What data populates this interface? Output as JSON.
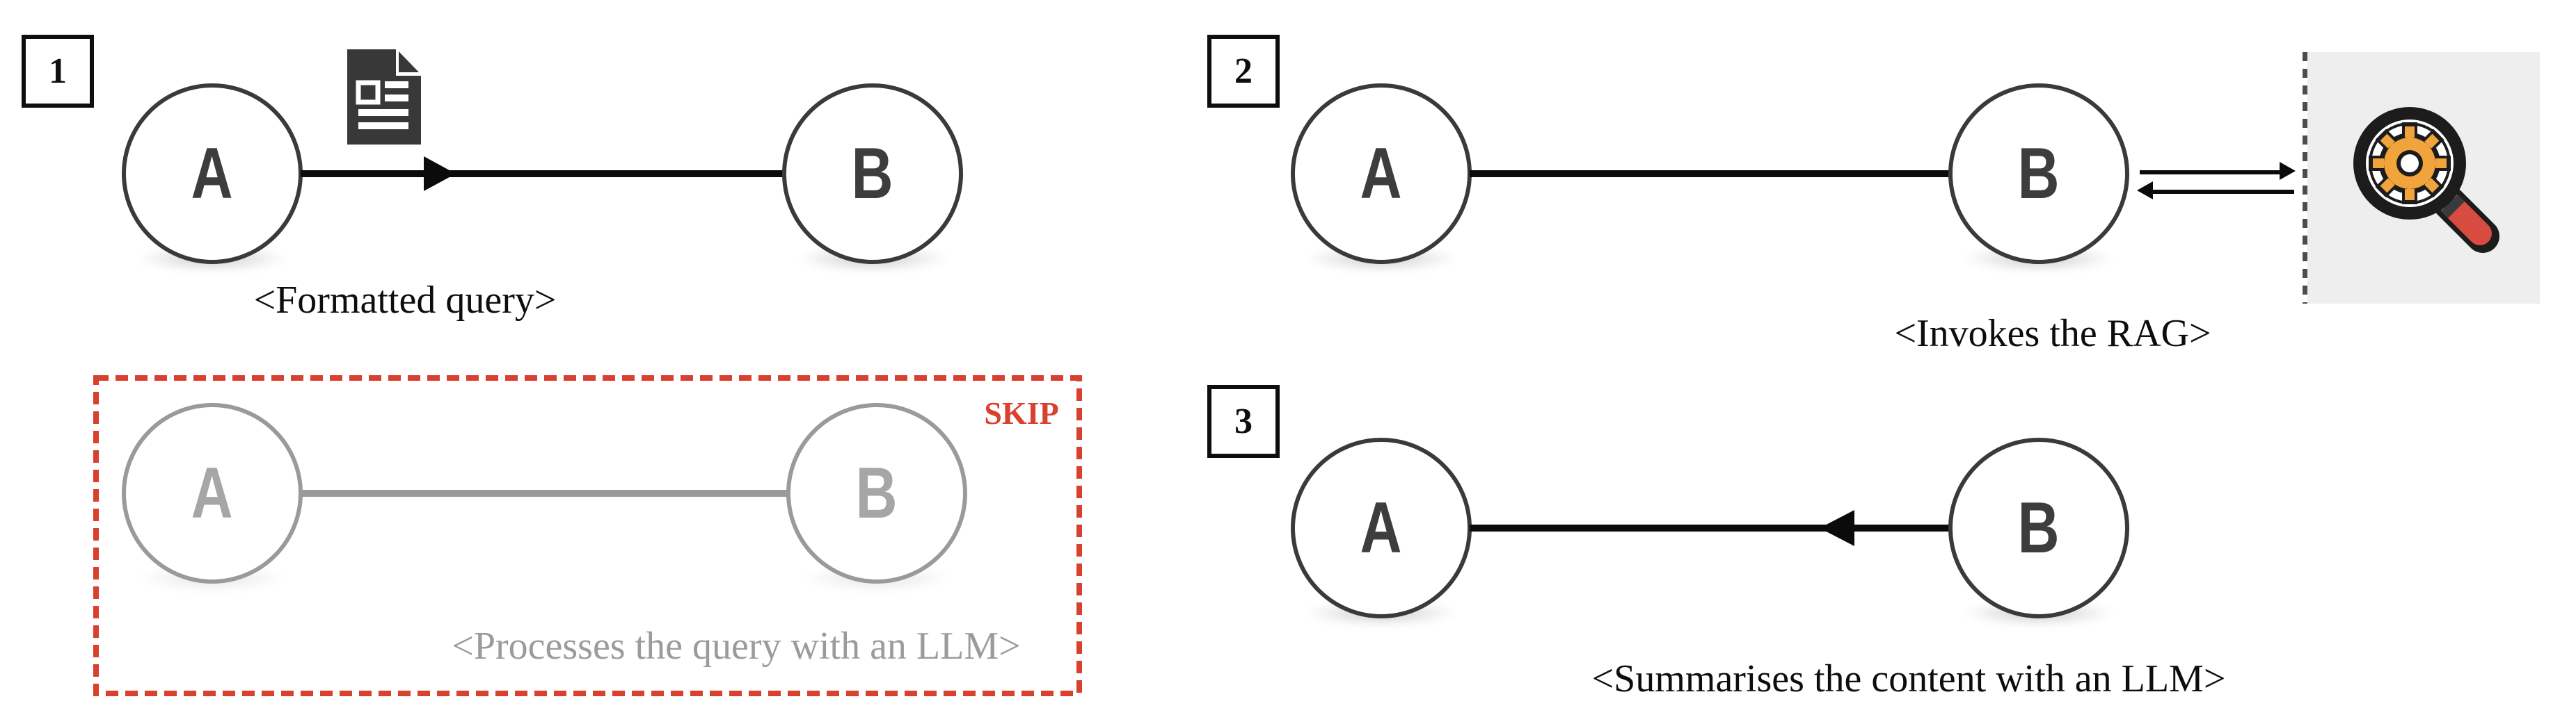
{
  "figure": {
    "description": "Three-step message flow between agents A and B with a RAG tool, plus a skipped LLM-processing step"
  },
  "steps": [
    {
      "number": "1",
      "node_a": "A",
      "node_b": "B",
      "caption": "<Formatted query>"
    },
    {
      "number": "2",
      "node_a": "A",
      "node_b": "B",
      "caption": "<Invokes the RAG>"
    },
    {
      "number": "3",
      "node_a": "A",
      "node_b": "B",
      "caption": "<Summarises the content with an LLM>"
    }
  ],
  "skip": {
    "badge": "SKIP",
    "node_a": "A",
    "node_b": "B",
    "caption": "<Processes the query with an LLM>"
  },
  "icons": [
    {
      "name": "document-icon"
    },
    {
      "name": "rag-search-gear-icon"
    }
  ],
  "colors": {
    "accent_red": "#D9402E",
    "skip_gray": "#9A9A9A",
    "node_stroke": "#3A3A3A",
    "panel_bg": "#EEEEEE",
    "gear_orange": "#F2A43C",
    "handle_red": "#D84B40",
    "arrow_black": "#0B0B0B",
    "doc_dark": "#383838"
  }
}
